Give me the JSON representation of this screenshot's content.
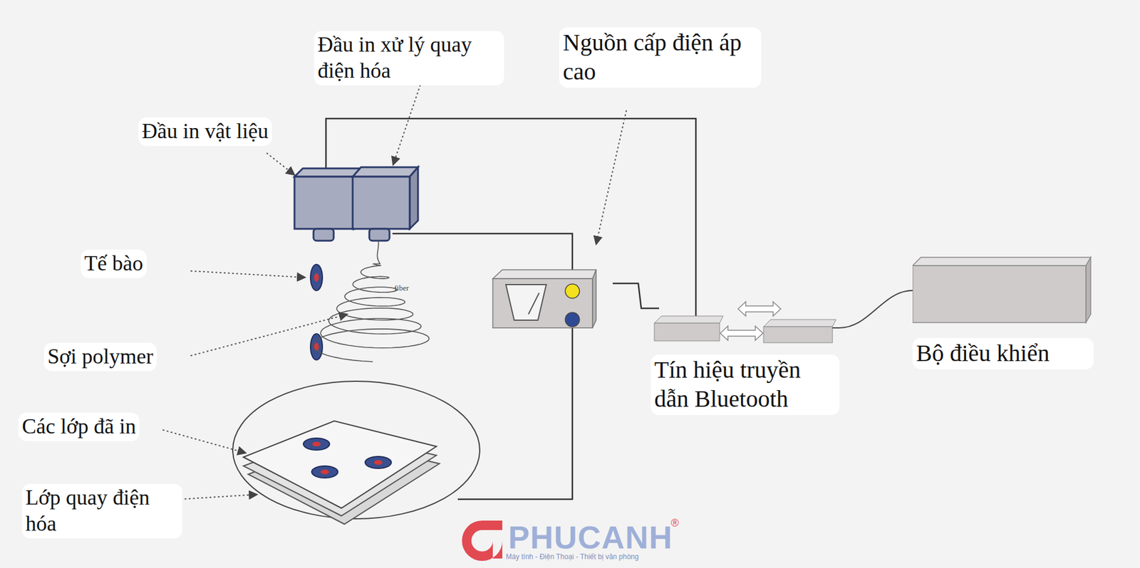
{
  "diagram": {
    "nodes": [
      {
        "text": [
          "Tín hiệu truyền dẫn Bluetooth"
        ]
      },
      {
        "text": [
          "Bộ điều khiển"
        ]
      }
    ],
    "edges": [
      {
        "from": 0,
        "to": 1,
        "arrow": "none"
      }
    ],
    "labels": [
      "Đầu in xử lý quay điện hóa",
      "Nguồn cấp điện áp cao",
      "Đầu in vật liệu",
      "Tế bào",
      "fiber",
      "Sợi polymer",
      "Các lớp đã in",
      "Lớp quay điện hóa",
      "PHUCANH",
      "®",
      "Máy tính - Điện Thoại - Thiết bị văn phòng"
    ]
  }
}
